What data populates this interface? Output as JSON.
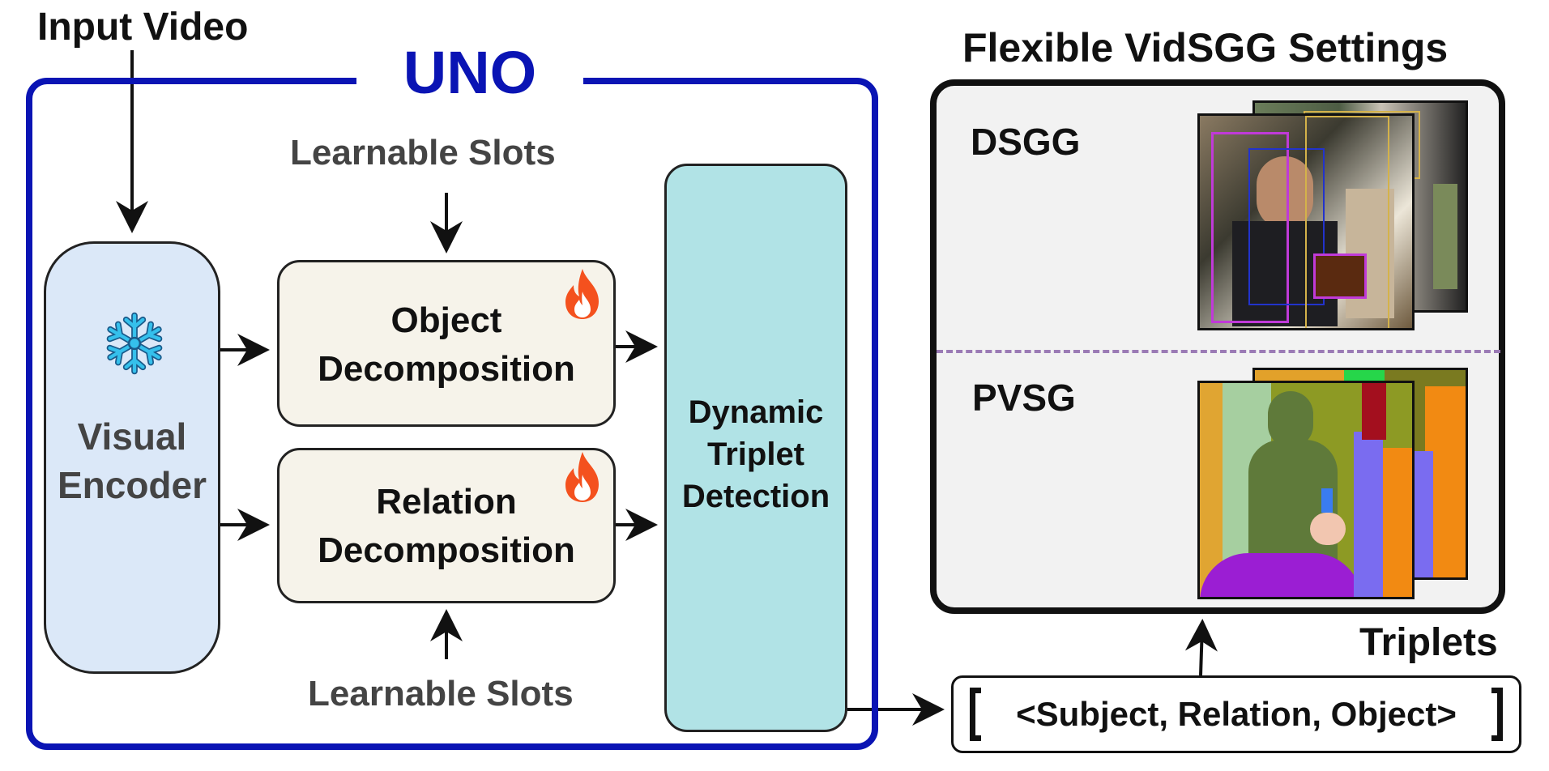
{
  "input_video_label": "Input Video",
  "uno_title": "UNO",
  "learnable_slots_top": "Learnable Slots",
  "learnable_slots_bottom": "Learnable Slots",
  "visual_encoder": {
    "line1": "Visual",
    "line2": "Encoder",
    "icon": "snowflake-icon"
  },
  "object_decomposition": {
    "line1": "Object",
    "line2": "Decomposition",
    "icon": "fire-icon"
  },
  "relation_decomposition": {
    "line1": "Relation",
    "line2": "Decomposition",
    "icon": "fire-icon"
  },
  "dynamic_triplet_detection": {
    "line1": "Dynamic",
    "line2": "Triplet",
    "line3": "Detection"
  },
  "settings_title": "Flexible VidSGG Settings",
  "settings": [
    {
      "label": "DSGG"
    },
    {
      "label": "PVSG"
    }
  ],
  "triplets_label": "Triplets",
  "triplets_text": "<Subject, Relation, Object>",
  "colors": {
    "uno_blue": "#0a14b4",
    "encoder_fill": "#dbe8f8",
    "decomposition_fill": "#f6f3ea",
    "triplet_fill": "#b1e3e6",
    "settings_fill": "#f2f2f2",
    "divider": "#9b7bb5"
  }
}
